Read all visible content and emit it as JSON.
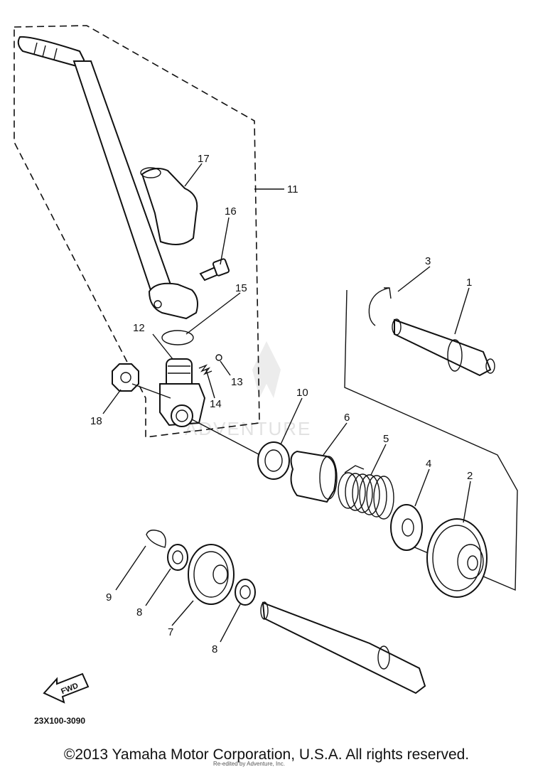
{
  "diagram": {
    "part_labels": {
      "p1": "1",
      "p2": "2",
      "p3": "3",
      "p4": "4",
      "p5": "5",
      "p6": "6",
      "p7": "7",
      "p8a": "8",
      "p8b": "8",
      "p9": "9",
      "p10": "10",
      "p11": "11",
      "p12": "12",
      "p13": "13",
      "p14": "14",
      "p15": "15",
      "p16": "16",
      "p17": "17",
      "p18": "18"
    },
    "diagram_code": "23X100-3090",
    "fwd_label": "FWD",
    "watermark": "ADVENTURE"
  },
  "footer": {
    "copyright": "©2013 Yamaha Motor Corporation, U.S.A. All rights reserved.",
    "sub_credit": "Re-edited by Adventure, Inc."
  }
}
